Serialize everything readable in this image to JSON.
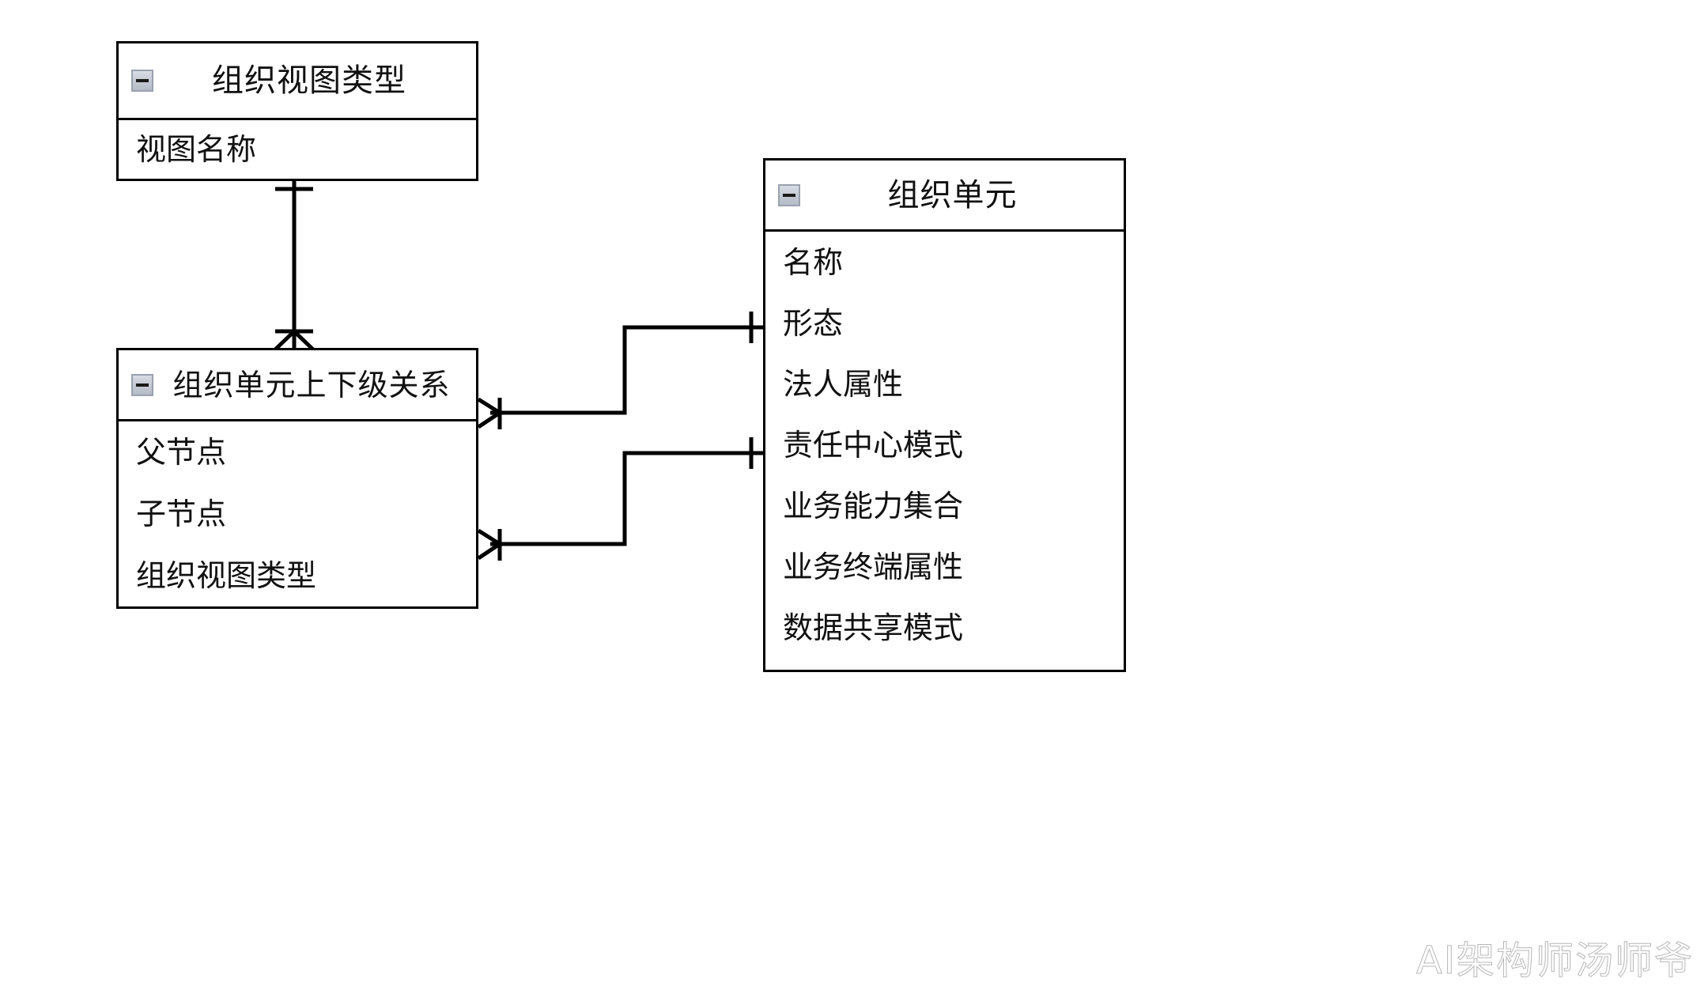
{
  "diagram": {
    "type": "entity-relationship-diagram",
    "notation": "crows-foot",
    "background_color": "#ffffff",
    "line_color": "#000000",
    "text_color": "#111111",
    "collapse_icon_color": "#c3c8d2"
  },
  "entities": [
    {
      "id": "org-view-type",
      "title": "组织视图类型",
      "collapse_icon": "minus-icon",
      "attributes": [
        "视图名称"
      ]
    },
    {
      "id": "org-unit-hierarchy",
      "title": "组织单元上下级关系",
      "collapse_icon": "minus-icon",
      "attributes": [
        "父节点",
        "子节点",
        "组织视图类型"
      ]
    },
    {
      "id": "org-unit",
      "title": "组织单元",
      "collapse_icon": "minus-icon",
      "attributes": [
        "名称",
        "形态",
        "法人属性",
        "责任中心模式",
        "业务能力集合",
        "业务终端属性",
        "数据共享模式"
      ]
    }
  ],
  "relationships": [
    {
      "id": "rel-view-type-to-hierarchy",
      "from": "org-view-type",
      "to": "org-unit-hierarchy",
      "from_cardinality": "one",
      "to_cardinality": "many"
    },
    {
      "id": "rel-hierarchy-parent-to-unit",
      "from": "org-unit-hierarchy",
      "to": "org-unit",
      "from_cardinality": "many",
      "to_cardinality": "one"
    },
    {
      "id": "rel-hierarchy-child-to-unit",
      "from": "org-unit-hierarchy",
      "to": "org-unit",
      "from_cardinality": "many",
      "to_cardinality": "one"
    }
  ],
  "watermark": {
    "text": "AI架构师汤师爷"
  }
}
